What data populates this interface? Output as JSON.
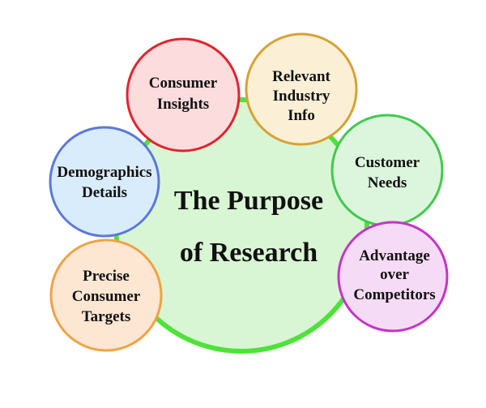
{
  "center": {
    "line1": "The Purpose",
    "line2": "of Research",
    "fill": "#d8f5d4",
    "ring": "#4fe23a"
  },
  "items": [
    {
      "lines": [
        "Consumer",
        "Insights"
      ],
      "border": "#e0242f"
    },
    {
      "lines": [
        "Relevant",
        "Industry",
        "Info"
      ],
      "border": "#d6a233"
    },
    {
      "lines": [
        "Customer",
        "Needs"
      ],
      "border": "#41c94d"
    },
    {
      "lines": [
        "Advantage",
        "over",
        "Competitors"
      ],
      "border": "#c633c8"
    },
    {
      "lines": [
        "Precise",
        "Consumer",
        "Targets"
      ],
      "border": "#f0a244"
    },
    {
      "lines": [
        "Demographics",
        "Details"
      ],
      "border": "#5b79d8"
    }
  ]
}
